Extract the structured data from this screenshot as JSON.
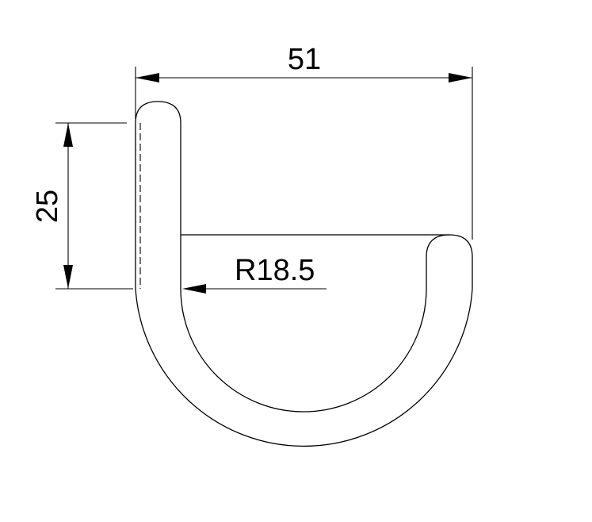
{
  "diagram": {
    "dimensions": {
      "width": "51",
      "height": "25",
      "radius": "R18.5"
    },
    "colors": {
      "stroke": "#000000",
      "background": "#ffffff"
    }
  }
}
